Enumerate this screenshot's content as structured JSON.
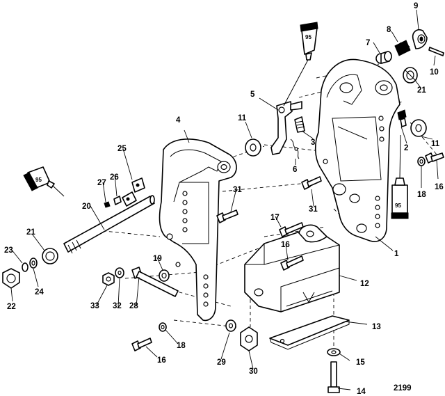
{
  "drawing_number": "2199",
  "tube_label": "95",
  "callouts": {
    "c1": "1",
    "c2": "2",
    "c3": "3",
    "c4": "4",
    "c5": "5",
    "c6": "6",
    "c7": "7",
    "c8": "8",
    "c9": "9",
    "c10": "10",
    "c11a": "11",
    "c11b": "11",
    "c12": "12",
    "c13": "13",
    "c14": "14",
    "c15": "15",
    "c16a": "16",
    "c16b": "16",
    "c16c": "16",
    "c17": "17",
    "c18a": "18",
    "c18b": "18",
    "c19": "19",
    "c20": "20",
    "c21a": "21",
    "c21b": "21",
    "c22": "22",
    "c23": "23",
    "c24": "24",
    "c25": "25",
    "c26": "26",
    "c27": "27",
    "c28": "28",
    "c29": "29",
    "c30": "30",
    "c31a": "31",
    "c31b": "31",
    "c32": "32",
    "c33": "33"
  }
}
